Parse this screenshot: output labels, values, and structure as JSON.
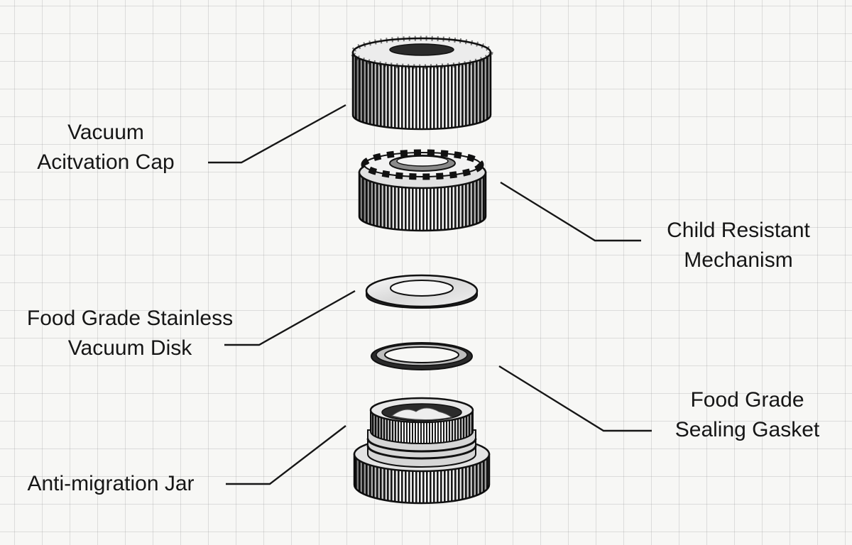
{
  "labels": {
    "cap": {
      "line1": "Vacuum",
      "line2": "Acitvation Cap"
    },
    "child": {
      "line1": "Child Resistant",
      "line2": "Mechanism"
    },
    "disk": {
      "line1": "Food Grade Stainless",
      "line2": "Vacuum Disk"
    },
    "gasket": {
      "line1": "Food Grade",
      "line2": "Sealing Gasket"
    },
    "jar": {
      "line1": "Anti-migration Jar"
    }
  },
  "colors": {
    "ink": "#161616",
    "paper": "#f7f7f5",
    "grid": "#969696"
  }
}
